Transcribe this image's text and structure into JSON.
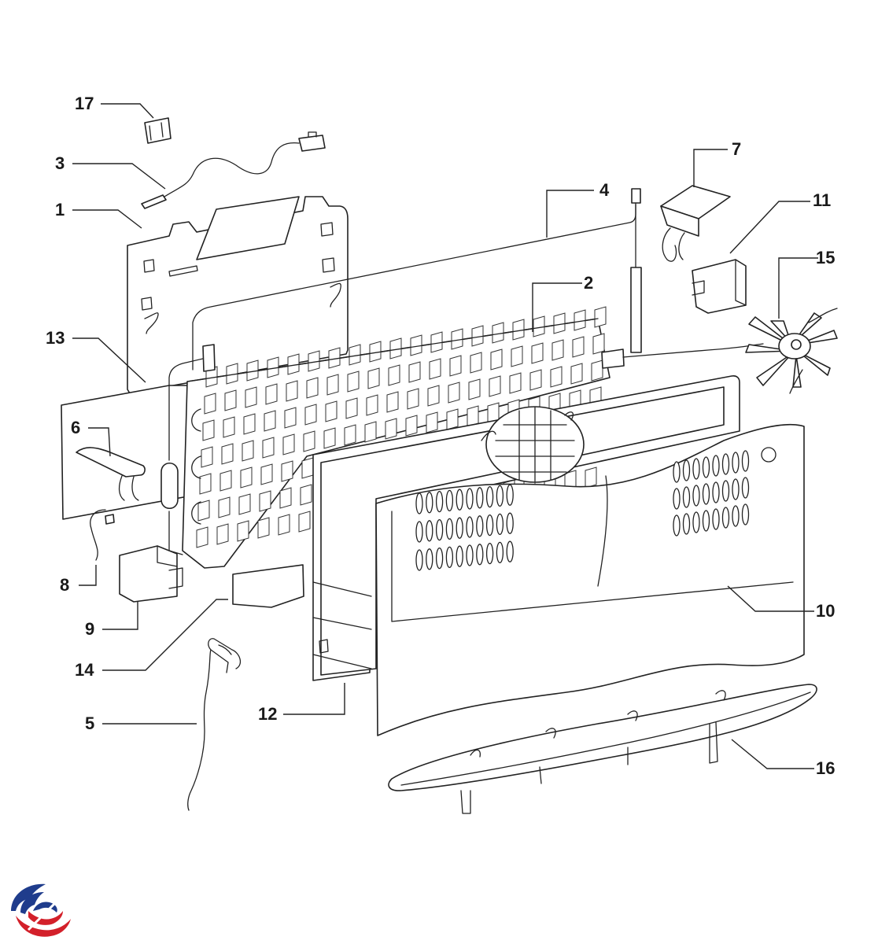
{
  "diagram": {
    "labels": {
      "l1": "1",
      "l2": "2",
      "l3": "3",
      "l4": "4",
      "l5": "5",
      "l6": "6",
      "l7": "7",
      "l8": "8",
      "l9": "9",
      "l10": "10",
      "l11": "11",
      "l12": "12",
      "l13": "13",
      "l14": "14",
      "l15": "15",
      "l16": "16",
      "l17": "17"
    }
  },
  "colors": {
    "line": "#222222",
    "logo_blue": "#1f3c8c",
    "logo_red": "#d3202a"
  },
  "logo": {
    "icon": "brand-logo-icon"
  }
}
